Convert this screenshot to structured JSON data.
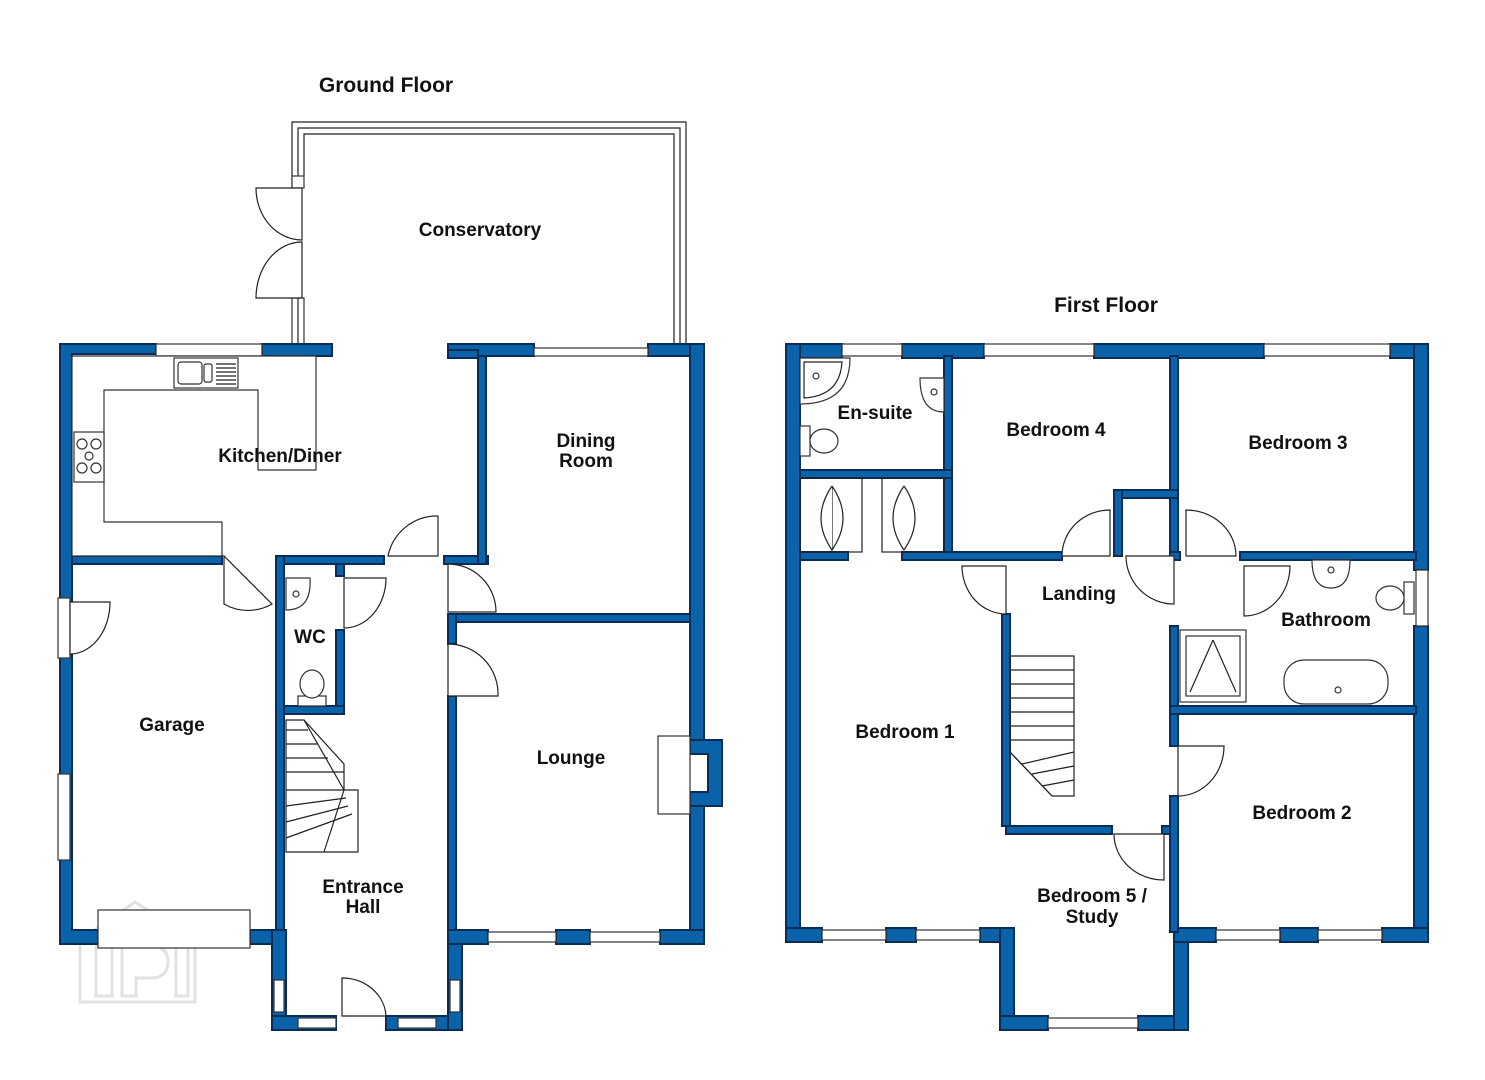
{
  "floors": [
    {
      "title": "Ground Floor",
      "rooms": [
        {
          "id": "conservatory",
          "label": "Conservatory"
        },
        {
          "id": "kitchen-diner",
          "label": "Kitchen/Diner"
        },
        {
          "id": "dining-room",
          "label": "Dining Room"
        },
        {
          "id": "wc",
          "label": "WC"
        },
        {
          "id": "garage",
          "label": "Garage"
        },
        {
          "id": "lounge",
          "label": "Lounge"
        },
        {
          "id": "entrance-hall",
          "label": "Entrance Hall"
        }
      ]
    },
    {
      "title": "First Floor",
      "rooms": [
        {
          "id": "en-suite",
          "label": "En-suite"
        },
        {
          "id": "bedroom-4",
          "label": "Bedroom 4"
        },
        {
          "id": "bedroom-3",
          "label": "Bedroom 3"
        },
        {
          "id": "landing",
          "label": "Landing"
        },
        {
          "id": "bathroom",
          "label": "Bathroom"
        },
        {
          "id": "bedroom-1",
          "label": "Bedroom 1"
        },
        {
          "id": "bedroom-2",
          "label": "Bedroom 2"
        },
        {
          "id": "bedroom-5",
          "label": "Bedroom 5 / Study"
        }
      ]
    }
  ],
  "style": {
    "wall_color": "#0a63a8",
    "wall_outline": "#0b2c57"
  },
  "watermark_icon": "property-logo-icon"
}
